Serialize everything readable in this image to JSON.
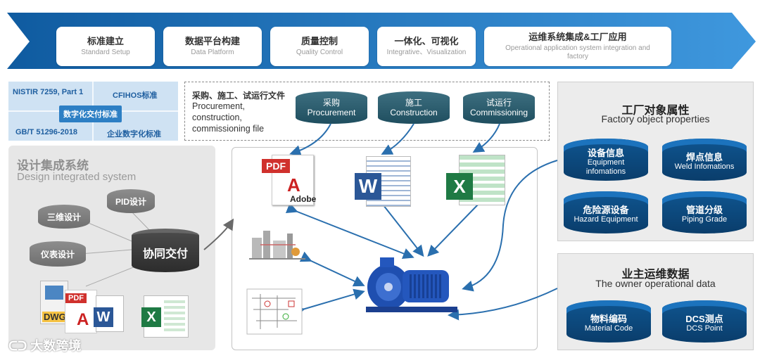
{
  "banner": {
    "steps": [
      {
        "zh": "标准建立",
        "en": "Standard Setup"
      },
      {
        "zh": "数据平台构建",
        "en": "Data Platform"
      },
      {
        "zh": "质量控制",
        "en": "Quality Control"
      },
      {
        "zh": "一体化、可视化",
        "en": "Integrative、Visualization"
      },
      {
        "zh": "运维系统集成&工厂应用",
        "en": "Operational application system integration and factory"
      }
    ]
  },
  "standards": {
    "top_left": "NISTIR 7259, Part 1",
    "top_right": "CFIHOS标准",
    "center": "数字化交付标准",
    "bottom_left": "GB/T 51296-2018",
    "bottom_right": "企业数字化标准"
  },
  "design": {
    "title_zh": "设计集成系统",
    "title_en": "Design integrated system",
    "nodes": {
      "pid": "PID设计",
      "threed": "三维设计",
      "instrument": "仪表设计",
      "collab": "协同交付"
    },
    "dwg_label": "DWG"
  },
  "docs": {
    "title": "采购、施工、试运行文件",
    "en1": "Procurement,",
    "en2": "construction,",
    "en3": "commissioning file",
    "stages": [
      {
        "zh": "采购",
        "en": "Procurement"
      },
      {
        "zh": "施工",
        "en": "Construction"
      },
      {
        "zh": "试运行",
        "en": "Commissioning"
      }
    ]
  },
  "center": {
    "pdf_label": "PDF",
    "adobe_label": "Adobe",
    "word_letter": "W",
    "excel_letter": "X"
  },
  "factory": {
    "title_zh": "工厂对象属性",
    "title_en": "Factory object properties",
    "items": [
      {
        "zh": "设备信息",
        "en1": "Equipment",
        "en2": "infomations"
      },
      {
        "zh": "焊点信息",
        "en1": "Weld Infomations",
        "en2": ""
      },
      {
        "zh": "危险源设备",
        "en1": "Hazard Equipment",
        "en2": ""
      },
      {
        "zh": "管道分级",
        "en1": "Piping Grade",
        "en2": ""
      }
    ]
  },
  "owner": {
    "title_zh": "业主运维数据",
    "title_en": "The owner operational data",
    "items": [
      {
        "zh": "物料编码",
        "en": "Material Code"
      },
      {
        "zh": "DCS测点",
        "en": "DCS Point"
      }
    ]
  },
  "watermark": "大数跨境",
  "colors": {
    "banner": "#1a6fb8",
    "banner_light": "#3a8fd6",
    "cyl_blue": "#0b4a82",
    "cyl_gray": "#777777",
    "cyl_teal": "#2c5f70",
    "arrow": "#2a6fae"
  }
}
